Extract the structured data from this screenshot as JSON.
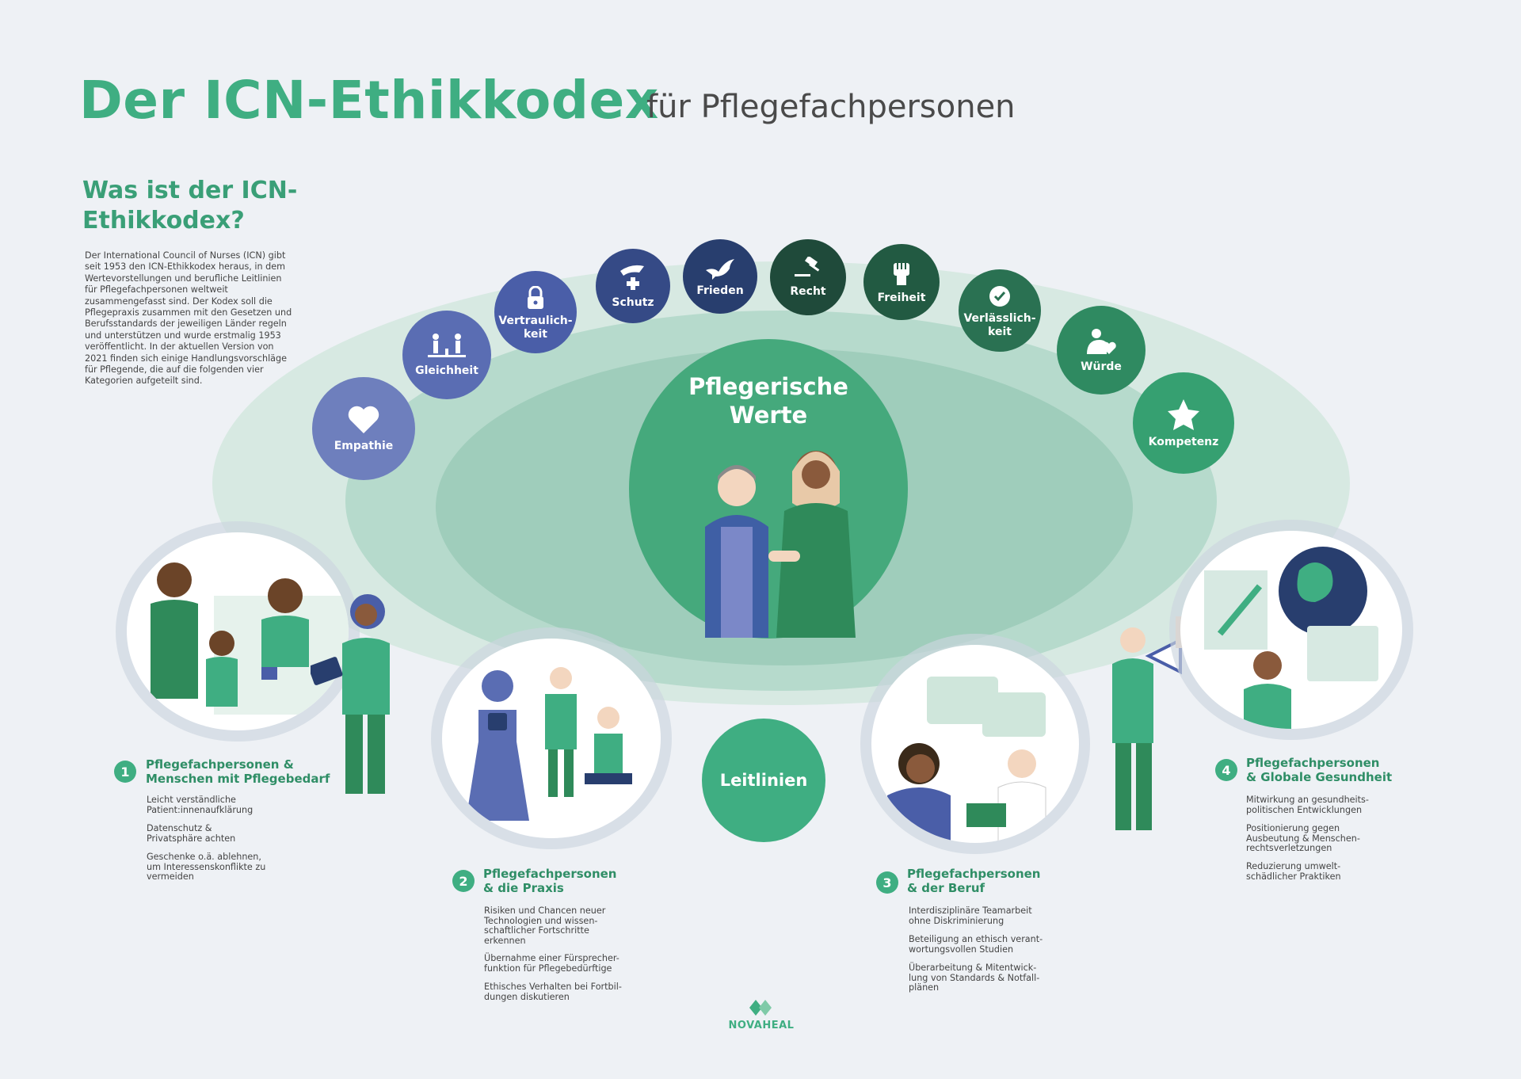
{
  "header": {
    "title": "Der ICN-Ethikkodex",
    "subtitle": "für Pflegefachpersonen"
  },
  "intro": {
    "heading": "Was ist der ICN-Ethikkodex?",
    "text": "Der International Council of Nurses (ICN) gibt seit 1953 den ICN-Ethikkodex heraus, in dem Wertevorstellungen und berufliche Leitlinien für Pflegefachpersonen weltweit zusammengefasst sind. Der Kodex soll die Pflegepraxis zusammen mit den Gesetzen und Berufsstandards der jeweiligen Länder regeln und unterstützen und wurde erstmalig 1953 veröffentlicht. In der aktuellen Version von 2021 finden sich einige Handlungsvorschläge für Pflegende, die auf die folgenden vier Kategorien aufgeteilt sind."
  },
  "center": {
    "title": "Pflegerische\nWerte",
    "leitlinien": "Leitlinien"
  },
  "values": [
    {
      "label": "Empathie",
      "icon": "heart-icon",
      "color": "#6e7fbd"
    },
    {
      "label": "Gleichheit",
      "icon": "people-equal-icon",
      "color": "#5a6db3"
    },
    {
      "label": "Vertraulich-\nkeit",
      "icon": "lock-icon",
      "color": "#4a5ea8"
    },
    {
      "label": "Schutz",
      "icon": "protect-hand-icon",
      "color": "#354a86"
    },
    {
      "label": "Frieden",
      "icon": "dove-icon",
      "color": "#283e6e"
    },
    {
      "label": "Recht",
      "icon": "gavel-icon",
      "color": "#1f4a3a"
    },
    {
      "label": "Freiheit",
      "icon": "raised-fist-icon",
      "color": "#225a42"
    },
    {
      "label": "Verlässlich-\nkeit",
      "icon": "check-circle-icon",
      "color": "#2a7152"
    },
    {
      "label": "Würde",
      "icon": "person-heart-icon",
      "color": "#2f8a61"
    },
    {
      "label": "Kompetenz",
      "icon": "star-icon",
      "color": "#36a071"
    }
  ],
  "categories": [
    {
      "number": "1",
      "title": "Pflegefachpersonen &\nMenschen mit Pflegebedarf",
      "items": [
        "Leicht verständliche\nPatient:innenaufklärung",
        "Datenschutz &\nPrivatsphäre achten",
        "Geschenke o.ä. ablehnen,\num Interessenskonflikte zu\nvermeiden"
      ]
    },
    {
      "number": "2",
      "title": "Pflegefachpersonen\n& die Praxis",
      "items": [
        "Risiken und Chancen neuer\nTechnologien und wissen-\nschaftlicher Fortschritte\nerkennen",
        "Übernahme einer Fürsprecher-\nfunktion für Pflegebedürftige",
        "Ethisches Verhalten bei Fortbil-\ndungen diskutieren"
      ]
    },
    {
      "number": "3",
      "title": "Pflegefachpersonen\n& der Beruf",
      "items": [
        "Interdisziplinäre Teamarbeit\nohne Diskriminierung",
        "Beteiligung an ethisch verant-\nwortungsvollen Studien",
        "Überarbeitung & Mitentwick-\nlung von Standards & Notfall-\nplänen"
      ]
    },
    {
      "number": "4",
      "title": "Pflegefachpersonen\n& Globale Gesundheit",
      "items": [
        "Mitwirkung an gesundheits-\npolitischen Entwicklungen",
        "Positionierung gegen\nAusbeutung & Menschen-\nrechtsverletzungen",
        "Reduzierung umwelt-\nschädlicher Praktiken"
      ]
    }
  ],
  "logo": {
    "text": "NOVAHEAL"
  },
  "colors": {
    "accent": "#3fae82",
    "dark_blue": "#283e6e",
    "ellipse": "#c5e2d6"
  }
}
